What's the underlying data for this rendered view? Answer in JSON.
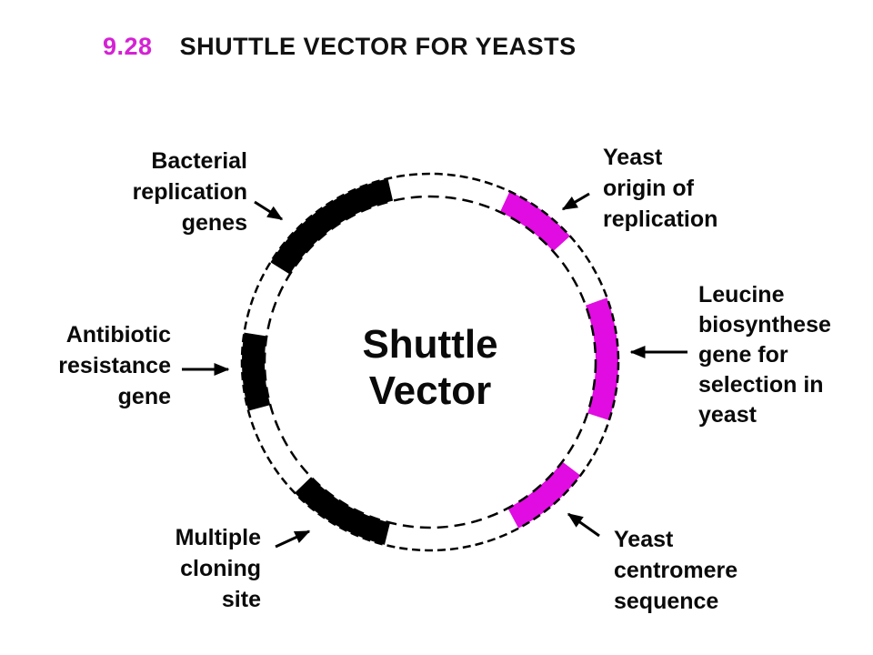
{
  "title": {
    "figure_number": "9.28",
    "text": "SHUTTLE VECTOR FOR YEASTS"
  },
  "plasmid": {
    "name": "Shuttle\nVector",
    "segments": [
      {
        "id": "yeast-origin-of-replication",
        "label": "Yeast\norigin of\nreplication",
        "color": "#e10ce1",
        "start_deg": 25,
        "end_deg": 48
      },
      {
        "id": "leucine-biosynthese-gene",
        "label": "Leucine\nbiosynthese\ngene for\nselection in\nyeast",
        "color": "#e10ce1",
        "start_deg": 70,
        "end_deg": 108
      },
      {
        "id": "yeast-centromere-sequence",
        "label": "Yeast\ncentromere\nsequence",
        "color": "#e10ce1",
        "start_deg": 127,
        "end_deg": 152
      },
      {
        "id": "multiple-cloning-site",
        "label": "Multiple\ncloning\nsite",
        "color": "#000000",
        "start_deg": 194,
        "end_deg": 226
      },
      {
        "id": "antibiotic-resistance-gene",
        "label": "Antibiotic\nresistance\ngene",
        "color": "#000000",
        "start_deg": 255,
        "end_deg": 279
      },
      {
        "id": "bacterial-replication-genes",
        "label": "Bacterial\nreplication\ngenes",
        "color": "#000000",
        "start_deg": 302,
        "end_deg": 347
      }
    ]
  },
  "colors": {
    "segment_magenta": "#e10ce1",
    "segment_black": "#000000",
    "figure_number_magenta": "#d422d4",
    "text_black": "#0a0a0a",
    "background": "#ffffff"
  }
}
